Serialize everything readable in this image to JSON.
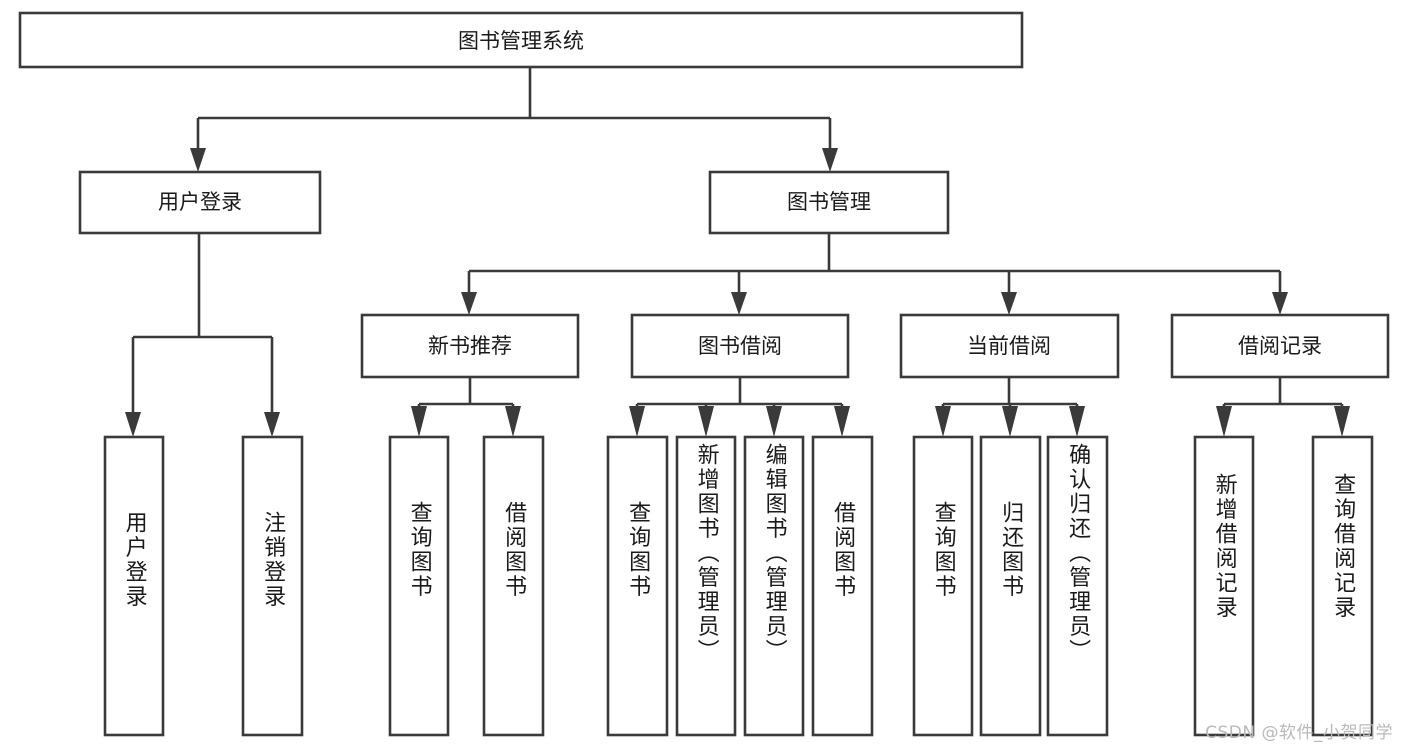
{
  "diagram": {
    "type": "tree-hierarchy-chart",
    "title": "图书管理系统",
    "orientation": "top-down",
    "colors": {
      "box_border": "#3a3a3a",
      "box_fill": "#ffffff",
      "connector": "#3a3a3a",
      "text": "#1a1a1a",
      "watermark": "#b9b9b9",
      "background": "#ffffff"
    },
    "root": {
      "id": "root",
      "label": "图书管理系统"
    },
    "level1": [
      {
        "id": "user-login",
        "label": "用户登录"
      },
      {
        "id": "book-management",
        "label": "图书管理"
      }
    ],
    "level2": [
      {
        "id": "new-book-recommend",
        "label": "新书推荐",
        "parent": "book-management"
      },
      {
        "id": "book-borrow",
        "label": "图书借阅",
        "parent": "book-management"
      },
      {
        "id": "current-borrow",
        "label": "当前借阅",
        "parent": "book-management"
      },
      {
        "id": "borrow-record",
        "label": "借阅记录",
        "parent": "book-management"
      }
    ],
    "leaves": {
      "user-login": [
        {
          "id": "leaf-user-login",
          "label": "用户登录"
        },
        {
          "id": "leaf-logout-login",
          "label": "注销登录"
        }
      ],
      "new-book-recommend": [
        {
          "id": "leaf-query-book-1",
          "label": "查询图书"
        },
        {
          "id": "leaf-borrow-book-1",
          "label": "借阅图书"
        }
      ],
      "book-borrow": [
        {
          "id": "leaf-query-book-2",
          "label": "查询图书"
        },
        {
          "id": "leaf-add-book",
          "label": "新增图书（管理员）"
        },
        {
          "id": "leaf-edit-book",
          "label": "编辑图书（管理员）"
        },
        {
          "id": "leaf-borrow-book-2",
          "label": "借阅图书"
        }
      ],
      "current-borrow": [
        {
          "id": "leaf-query-book-3",
          "label": "查询图书"
        },
        {
          "id": "leaf-return-book",
          "label": "归还图书"
        },
        {
          "id": "leaf-confirm-return",
          "label": "确认归还（管理员）"
        }
      ],
      "borrow-record": [
        {
          "id": "leaf-add-record",
          "label": "新增借阅记录"
        },
        {
          "id": "leaf-query-record",
          "label": "查询借阅记录"
        }
      ]
    },
    "watermark": "CSDN @软件_小贺同学"
  }
}
